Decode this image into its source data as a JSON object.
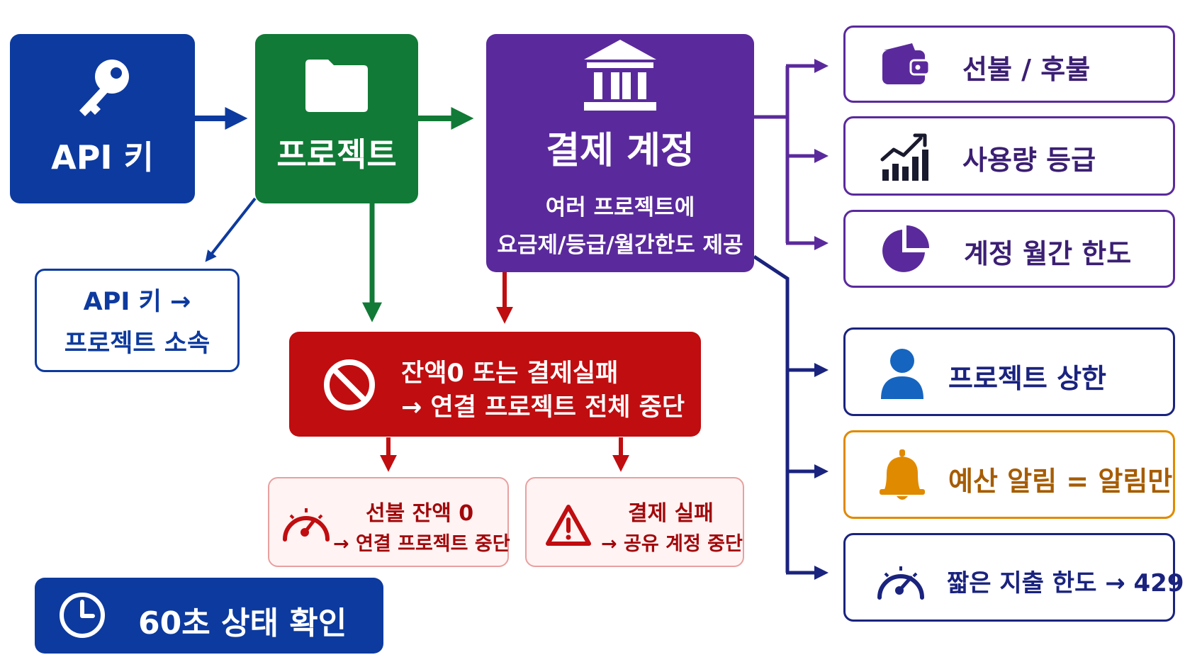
{
  "colors": {
    "blue": "#0d3a9e",
    "green": "#117a36",
    "purple": "#5a2a9c",
    "red": "#c00d10",
    "navy": "#1a237e",
    "orange": "#e08a00",
    "pale_red": "#fff3f3"
  },
  "flow": {
    "api_key": {
      "label": "API 키",
      "icon": "key-icon"
    },
    "project": {
      "label": "프로젝트",
      "icon": "folder-icon"
    },
    "billing": {
      "title": "결제 계정",
      "desc_line1": "여러 프로젝트에",
      "desc_line2": "요금제/등급/월간한도 제공",
      "icon": "bank-icon"
    },
    "api_note": {
      "line1": "API 키 →",
      "line2": "프로젝트 소속"
    },
    "stop": {
      "line1": "잔액0 또는 결제실패",
      "line2": "→ 연결 프로젝트 전체 중단",
      "icon": "prohibited-icon"
    },
    "prepaid_zero": {
      "line1": "선불 잔액 0",
      "line2": "→ 연결 프로젝트 중단",
      "icon": "gauge-icon"
    },
    "payment_fail": {
      "line1": "결제 실패",
      "line2": "→ 공유 계정 중단",
      "icon": "warning-icon"
    },
    "status_check": {
      "label": "60초 상태 확인",
      "icon": "clock-icon"
    }
  },
  "features": [
    {
      "label": "선불 / 후불",
      "icon": "wallet-icon"
    },
    {
      "label": "사용량 등급",
      "icon": "growth-chart-icon"
    },
    {
      "label": "계정 월간 한도",
      "icon": "pie-chart-icon"
    }
  ],
  "limits": [
    {
      "label": "프로젝트 상한",
      "icon": "user-icon"
    },
    {
      "label": "예산 알림 = 알림만",
      "icon": "bell-icon"
    },
    {
      "label": "짧은 지출 한도 → 429",
      "icon": "speedometer-icon"
    }
  ]
}
